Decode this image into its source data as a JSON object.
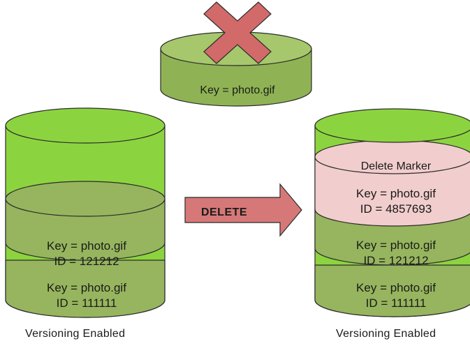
{
  "top_object": {
    "key": "Key = photo.gif"
  },
  "left_bucket": {
    "objects": [
      {
        "key": "Key = photo.gif",
        "id": "ID = 121212"
      },
      {
        "key": "Key = photo.gif",
        "id": "ID = 111111"
      }
    ],
    "caption": "Versioning Enabled"
  },
  "operation": {
    "label": "DELETE"
  },
  "right_bucket": {
    "delete_marker": {
      "title": "Delete Marker",
      "key": "Key = photo.gif",
      "id": "ID = 4857693"
    },
    "objects": [
      {
        "key": "Key = photo.gif",
        "id": "ID = 121212"
      },
      {
        "key": "Key = photo.gif",
        "id": "ID = 111111"
      }
    ],
    "caption": "Versioning Enabled"
  },
  "colors": {
    "bucket_green": "#8cd43f",
    "object_green": "#96b55e",
    "marker_pink": "#f2cdcd",
    "arrow_red": "#d67878",
    "cross_red": "#d26a6a"
  },
  "icons": {
    "deleted_mark": "cross-icon",
    "operation_arrow": "right-arrow-icon"
  }
}
